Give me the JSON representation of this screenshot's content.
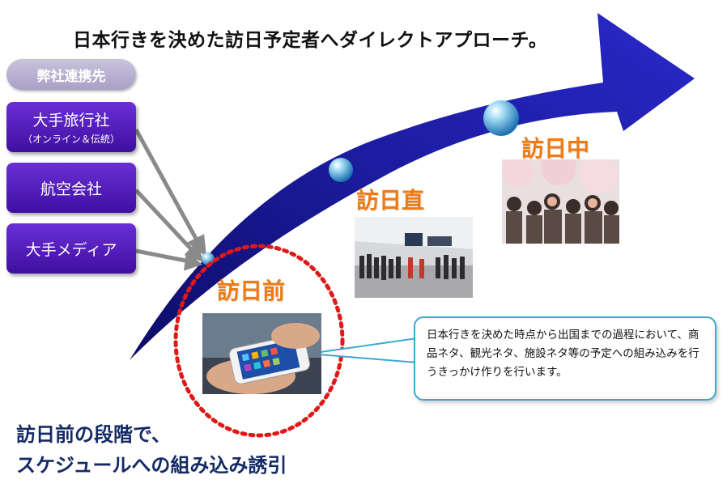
{
  "title": "日本行きを決めた訪日予定者へダイレクトアプローチ。",
  "partners": {
    "header": "弊社連携先",
    "items": [
      {
        "label": "大手旅行社",
        "sub": "（オンライン＆伝統）"
      },
      {
        "label": "航空会社",
        "sub": ""
      },
      {
        "label": "大手メディア",
        "sub": ""
      }
    ]
  },
  "stages": {
    "before": "訪日前",
    "immediate": "訪日直",
    "during": "訪日中"
  },
  "callout": "日本行きを決めた時点から出国までの過程において、商品ネタ、観光ネタ、施設ネタ等の予定への組み込みを行うきっかけ作りを行います。",
  "bottom_text": {
    "line1": "訪日前の段階で、",
    "line2": "スケジュールへの組み込み誘引"
  },
  "colors": {
    "arrow": "#16168a",
    "partner": "#4f1cc0",
    "stage_text": "#f07a12",
    "dotted_circle": "#e01818",
    "callout_border": "#3fa7d0",
    "bottom_text": "#142a66"
  },
  "icons": [
    "smartphone-photo",
    "airport-photo",
    "crowd-photo",
    "bubble-icon"
  ]
}
